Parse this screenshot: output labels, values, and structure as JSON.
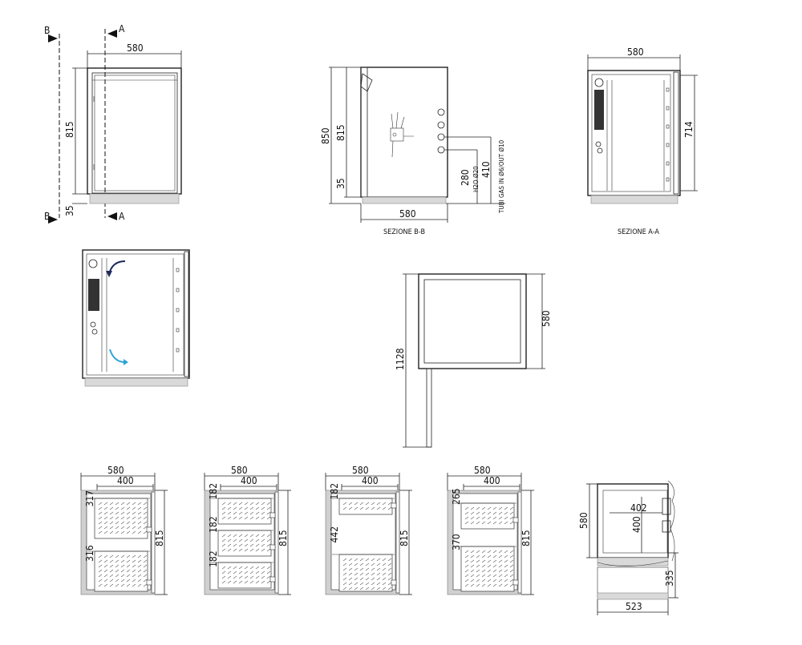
{
  "sections": {
    "label_b": "B",
    "label_a": "A"
  },
  "front": {
    "width": "580",
    "height": "815",
    "base": "35"
  },
  "side_section": {
    "height_total": "850",
    "height_body": "815",
    "base": "35",
    "pipe_h2o": "280",
    "pipe_gas": "410",
    "note_h2o": "H2O Ø20",
    "note_gas": "TUBI GAS IN Ø6/OUT Ø10",
    "depth": "580",
    "caption": "SEZIONE B-B"
  },
  "section_aa": {
    "width": "580",
    "height": "714",
    "caption": "SEZIONE A-A"
  },
  "plan": {
    "depth": "580",
    "door_swing": "1128"
  },
  "shelves": [
    {
      "width": "580",
      "inner": "400",
      "h1": "317",
      "h2": "316",
      "side": "815"
    },
    {
      "width": "580",
      "inner": "400",
      "h1": "182",
      "h2": "182",
      "h3": "182",
      "side": "815"
    },
    {
      "width": "580",
      "inner": "400",
      "h1": "182",
      "h2": "442",
      "side": "815"
    },
    {
      "width": "580",
      "inner": "400",
      "h1": "265",
      "h2": "370",
      "side": "815"
    }
  ],
  "drawer": {
    "height": "580",
    "inner_w": "402",
    "inner_h": "400",
    "lower": "335",
    "bottom": "523"
  }
}
